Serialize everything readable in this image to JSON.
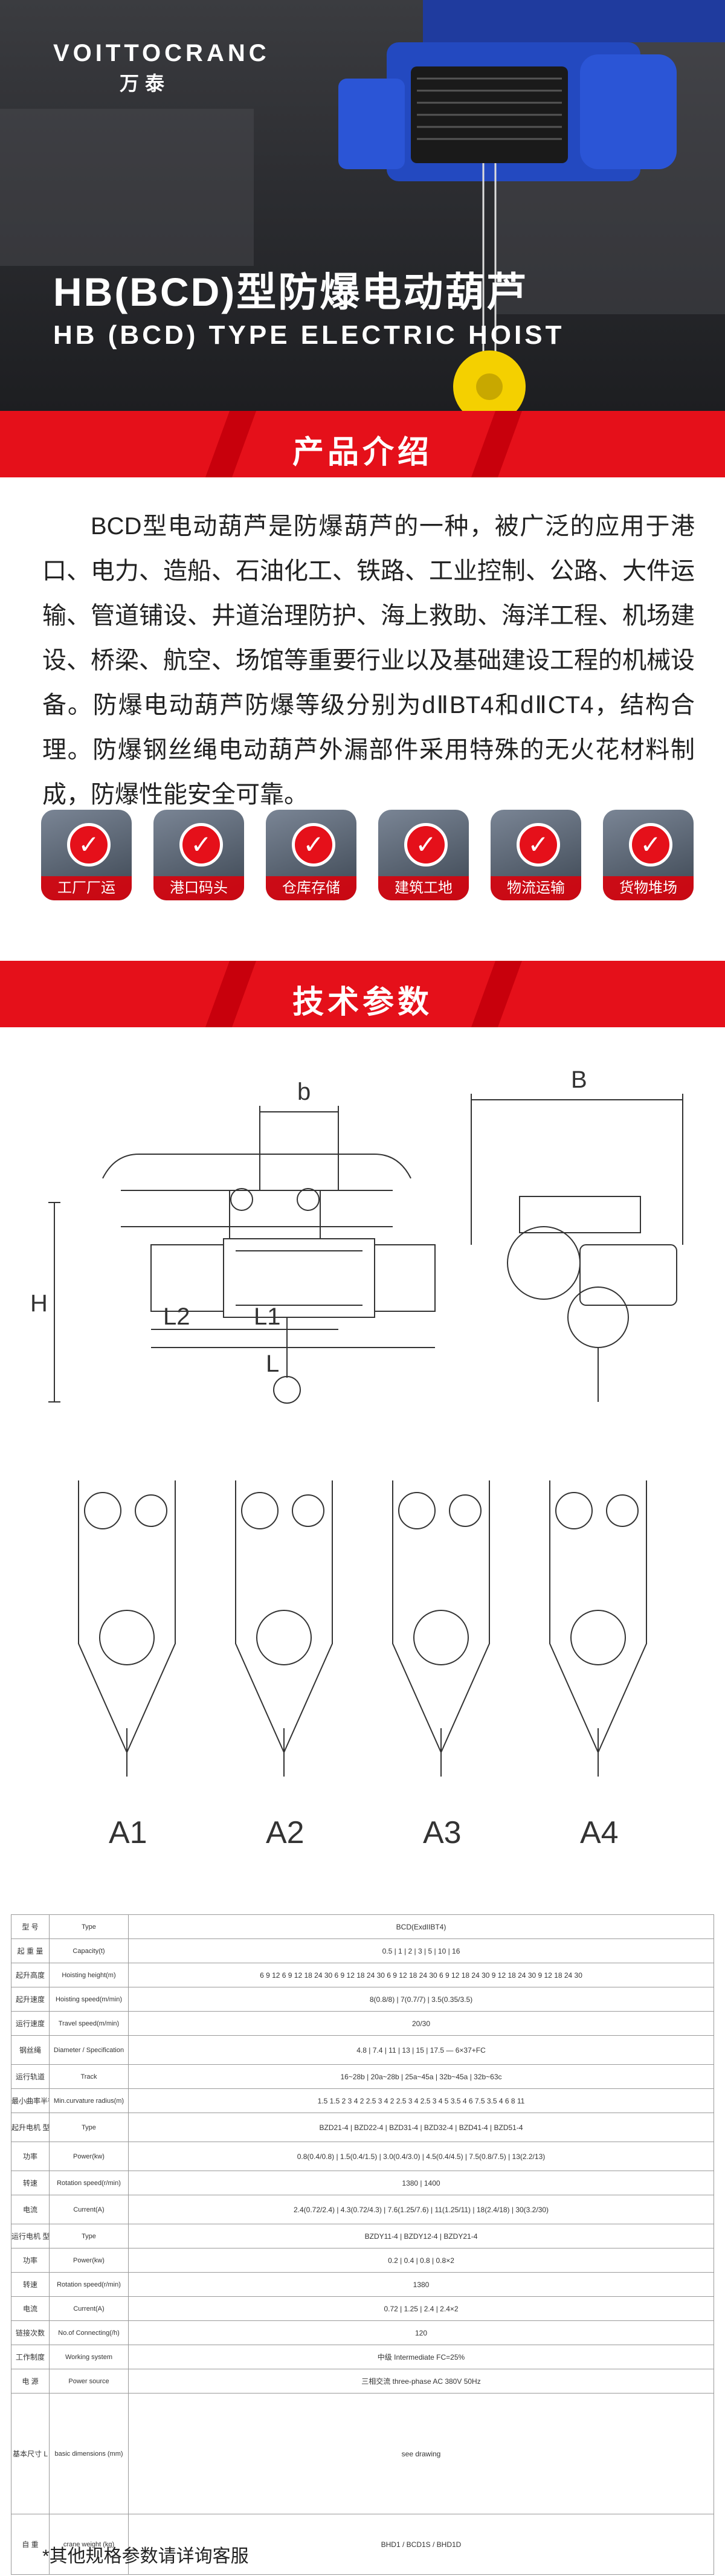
{
  "brand": {
    "name": "VOITTOCRANC",
    "name_cn": "万泰"
  },
  "hero": {
    "title": "HB(BCD)型防爆电动葫芦",
    "subtitle": "HB (BCD) TYPE ELECTRIC HOIST"
  },
  "section_intro": {
    "title": "产品介绍"
  },
  "intro_text": "BCD型电动葫芦是防爆葫芦的一种，被广泛的应用于港口、电力、造船、石油化工、铁路、工业控制、公路、大件运输、管道铺设、井道治理防护、海上救助、海洋工程、机场建设、桥梁、航空、场馆等重要行业以及基础建设工程的机械设备。防爆电动葫芦防爆等级分别为dⅡBT4和dⅡCT4，结构合理。防爆钢丝绳电动葫芦外漏部件采用特殊的无火花材料制成，防爆性能安全可靠。",
  "categories": [
    {
      "label": "工厂厂运",
      "icon": "check-icon"
    },
    {
      "label": "港口码头",
      "icon": "check-icon"
    },
    {
      "label": "仓库存储",
      "icon": "check-icon"
    },
    {
      "label": "建筑工地",
      "icon": "check-icon"
    },
    {
      "label": "物流运输",
      "icon": "check-icon"
    },
    {
      "label": "货物堆场",
      "icon": "check-icon"
    }
  ],
  "section_params": {
    "title": "技术参数"
  },
  "drawing_labels": {
    "b": "b",
    "B": "B",
    "H": "H",
    "L2": "L2",
    "L1": "L1",
    "L": "L",
    "A1": "A1",
    "A2": "A2",
    "A3": "A3",
    "A4": "A4"
  },
  "table": {
    "rows": [
      [
        "型 号",
        "Type",
        "BCD(ExdIIBT4)"
      ],
      [
        "起 重 量",
        "Capacity(t)",
        "0.5 | 1 | 2 | 3 | 5 | 10 | 16"
      ],
      [
        "起升高度",
        "Hoisting height(m)",
        "6 9 12 6 9 12 18 24 30 6 9 12 18 24 30 6 9 12 18 24 30 6 9 12 18 24 30 9 12 18 24 30 9 12 18 24 30"
      ],
      [
        "起升速度",
        "Hoisting speed(m/min)",
        "8(0.8/8) | 7(0.7/7) | 3.5(0.35/3.5)"
      ],
      [
        "运行速度",
        "Travel speed(m/min)",
        "20/30"
      ],
      [
        "钢丝绳",
        "Diameter / Specification",
        "4.8 | 7.4 | 11 | 13 | 15 | 17.5 — 6×37+FC"
      ],
      [
        "运行轨道",
        "Track",
        "16~28b | 20a~28b | 25a~45a | 32b~45a | 32b~63c"
      ],
      [
        "最小曲率半径",
        "Min.curvature radius(m)",
        "1.5 1.5 2 3 4 2 2.5 3 4 2 2.5 3 4 2.5 3 4 5 3.5 4 6 7.5 3.5 4 6 8 11"
      ],
      [
        "起升电机 型号",
        "Type",
        "BZD21-4 | BZD22-4 | BZD31-4 | BZD32-4 | BZD41-4 | BZD51-4"
      ],
      [
        "功率",
        "Power(kw)",
        "0.8(0.4/0.8) | 1.5(0.4/1.5) | 3.0(0.4/3.0) | 4.5(0.4/4.5) | 7.5(0.8/7.5) | 13(2.2/13)"
      ],
      [
        "转速",
        "Rotation speed(r/min)",
        "1380 | 1400"
      ],
      [
        "电流",
        "Current(A)",
        "2.4(0.72/2.4) | 4.3(0.72/4.3) | 7.6(1.25/7.6) | 11(1.25/11) | 18(2.4/18) | 30(3.2/30)"
      ],
      [
        "运行电机 型号",
        "Type",
        "BZDY11-4 | BZDY12-4 | BZDY21-4"
      ],
      [
        "功率",
        "Power(kw)",
        "0.2 | 0.4 | 0.8 | 0.8×2"
      ],
      [
        "转速",
        "Rotation speed(r/min)",
        "1380"
      ],
      [
        "电流",
        "Current(A)",
        "0.72 | 1.25 | 2.4 | 2.4×2"
      ],
      [
        "链接次数",
        "No.of Connecting(/h)",
        "120"
      ],
      [
        "工作制度",
        "Working system",
        "中级 Intermediate FC=25%"
      ],
      [
        "电 源",
        "Power source",
        "三相交流 three-phase AC 380V 50Hz"
      ],
      [
        "基本尺寸 L",
        "basic dimensions (mm)",
        "see drawing"
      ],
      [
        "自 重",
        "crane weight (kg)",
        "BHD1 / BCD1S / BHD1D"
      ]
    ]
  },
  "footnote": "*其他规格参数请详询客服"
}
